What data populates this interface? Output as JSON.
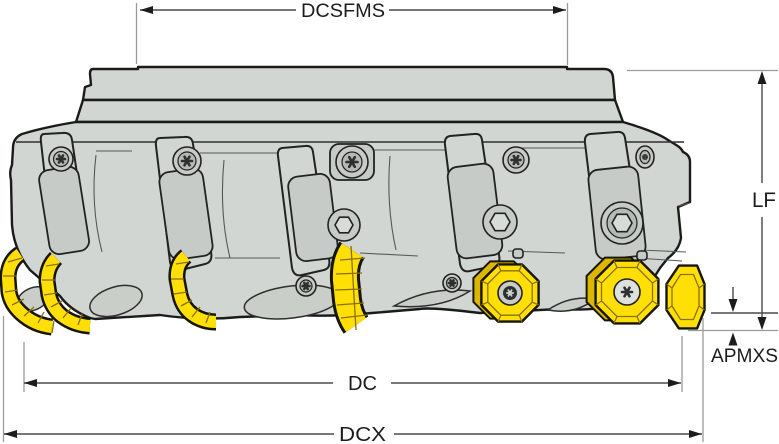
{
  "diagram": {
    "type": "technical-dimension-drawing",
    "labels": {
      "dcsfms": "DCSFMS",
      "lf": "LF",
      "apmxs": "APMXS",
      "dc": "DC",
      "dcx": "DCX"
    }
  },
  "colors": {
    "background": "#ffffff",
    "body_gray": "#d2d6d2",
    "insert_yellow": "#ffdf05",
    "outline_dark": "#1b1b1b",
    "dimension_line": "#4a4a4a",
    "extension_line": "#9b9b9b",
    "label_text": "#1c1c1c"
  }
}
